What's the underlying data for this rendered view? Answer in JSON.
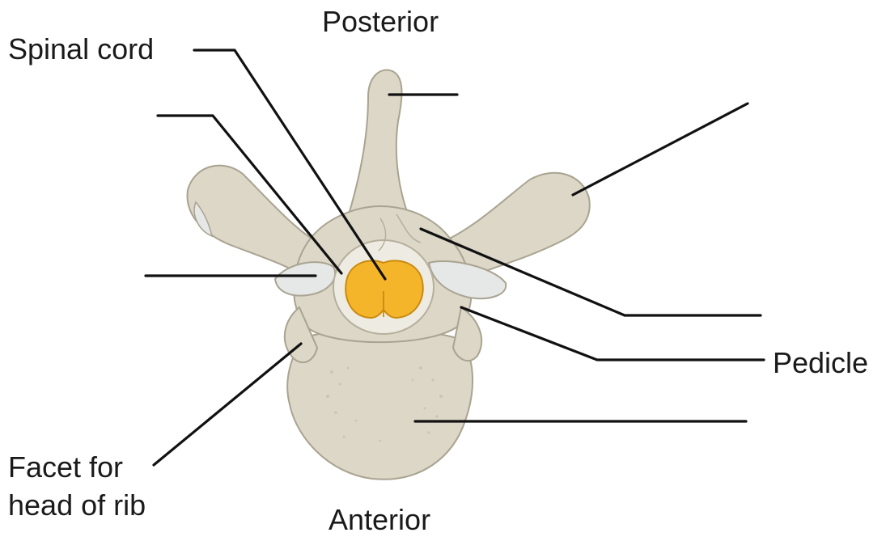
{
  "labels": {
    "posterior": "Posterior",
    "anterior": "Anterior",
    "spinal_cord": "Spinal cord",
    "pedicle": "Pedicle",
    "facet_line1": "Facet for",
    "facet_line2": "head of rib"
  },
  "colors": {
    "bone": "#dcd7c7",
    "bone_outline": "#a9a391",
    "bone_shadow": "#c4beac",
    "cartilage": "#e6e8e8",
    "spinal_cord": "#f4b52a",
    "spinal_cord_outline": "#c98a10",
    "leader_line": "#111111"
  }
}
